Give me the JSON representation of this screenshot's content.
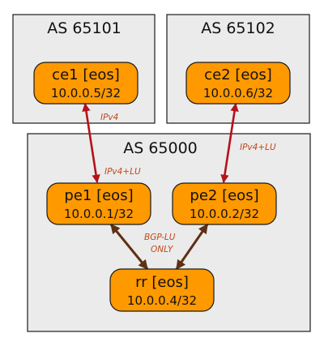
{
  "autonomous_systems": [
    {
      "id": "as65101",
      "label": "AS 65101"
    },
    {
      "id": "as65102",
      "label": "AS 65102"
    },
    {
      "id": "as65000",
      "label": "AS 65000"
    }
  ],
  "nodes": [
    {
      "id": "ce1",
      "name": "ce1 [eos]",
      "ip": "10.0.0.5/32"
    },
    {
      "id": "ce2",
      "name": "ce2 [eos]",
      "ip": "10.0.0.6/32"
    },
    {
      "id": "pe1",
      "name": "pe1 [eos]",
      "ip": "10.0.0.1/32"
    },
    {
      "id": "pe2",
      "name": "pe2 [eos]",
      "ip": "10.0.0.2/32"
    },
    {
      "id": "rr",
      "name": "rr [eos]",
      "ip": "10.0.0.4/32"
    }
  ],
  "links": [
    {
      "from": "ce1",
      "to": "pe1",
      "color": "#b5121b"
    },
    {
      "from": "ce2",
      "to": "pe2",
      "color": "#b5121b"
    },
    {
      "from": "pe1",
      "to": "rr",
      "color": "#5e3113"
    },
    {
      "from": "pe2",
      "to": "rr",
      "color": "#5e3113"
    }
  ],
  "annotations": {
    "ce1_link_top": "IPv4",
    "ce1_link_bottom": "IPv4+LU",
    "ce2_link": "IPv4+LU",
    "bgp_lu_line1": "BGP-LU",
    "bgp_lu_line2": "ONLY"
  },
  "colors": {
    "as_fill": "#ebebeb",
    "node_fill": "#ff9900",
    "ebgp_link": "#b5121b",
    "ibgp_link": "#5e3113",
    "note_text": "#c0481a"
  }
}
